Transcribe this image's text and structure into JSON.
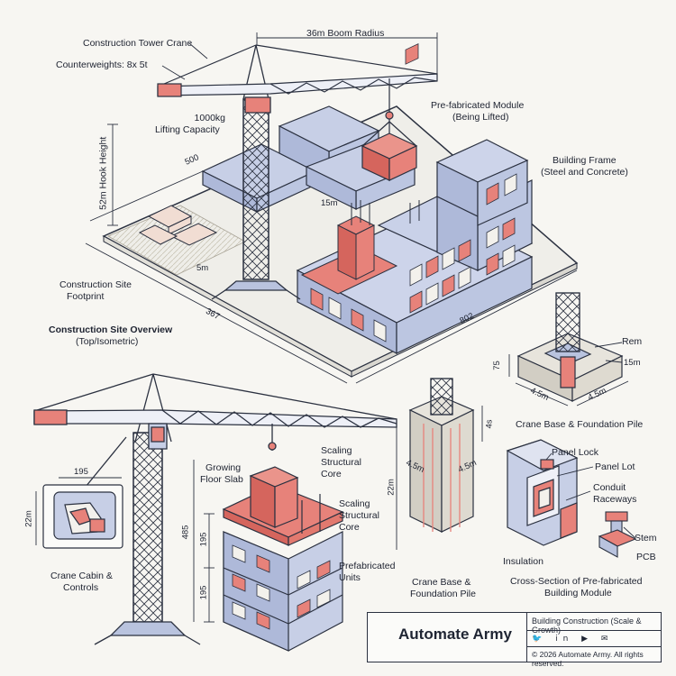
{
  "labels": {
    "tower_crane": "Construction Tower Crane",
    "counterweights": "Counterweights: 8x 5t",
    "boom_radius": "36m Boom Radius",
    "lifting_capacity_1": "1000kg",
    "lifting_capacity_2": "Lifting Capacity",
    "hook_height": "52m Hook Height",
    "prefab_module_1": "Pre-fabricated Module",
    "prefab_module_2": "(Being Lifted)",
    "building_frame_1": "Building Frame",
    "building_frame_2": "(Steel and Concrete)",
    "site_footprint_1": "Construction Site",
    "site_footprint_2": "Footprint",
    "overview_1": "Construction Site Overview",
    "overview_2": "(Top/Isometric)",
    "crane_base_right": "Crane Base & Foundation Pile",
    "crane_base_mid_1": "Crane Base &",
    "crane_base_mid_2": "Foundation Pile",
    "crane_cabin_1": "Crane Cabin &",
    "crane_cabin_2": "Controls",
    "growing_slab_1": "Growing",
    "growing_slab_2": "Floor Slab",
    "scaling_core_a_1": "Scaling",
    "scaling_core_a_2": "Structural",
    "scaling_core_a_3": "Core",
    "scaling_core_b_1": "Scaling",
    "scaling_core_b_2": "Structural",
    "scaling_core_b_3": "Core",
    "prefab_units_1": "Prefabricated",
    "prefab_units_2": "Units",
    "panel_lock": "Panel Lock",
    "panel_lot": "Panel Lot",
    "conduit_1": "Conduit",
    "conduit_2": "Raceways",
    "stem": "Stem",
    "pcb": "PCB",
    "insulation": "Insulation",
    "cross_section_1": "Cross-Section of Pre-fabricated",
    "cross_section_2": "Building Module",
    "rem": "Rem"
  },
  "dims": {
    "d500": "500",
    "d15m_a": "15m",
    "d5m": "5m",
    "d367": "367",
    "d802": "802",
    "d75": "75",
    "d15m_b": "15m",
    "d45m_a": "4.5m",
    "d45m_b": "4.5m",
    "d45m_c": "4.5m",
    "d45m_d": "4.5m",
    "d4s": "4s",
    "d22m_pile": "22m",
    "d195_cabin": "195",
    "d22m_cabin": "22m",
    "d485": "485",
    "d195_a": "195",
    "d195_b": "195"
  },
  "titleblock": {
    "brand": "Automate Army",
    "subtitle": "Building Construction (Scale & Growth)",
    "copyright": "© 2026 Automate Army. All rights reserved.",
    "social": "🐦 in ▶ ✉"
  },
  "colors": {
    "line": "#2b3140",
    "steel_blue": "#b9c3de",
    "steel_blue_dark": "#8e9bc2",
    "accent_red": "#e7827a",
    "concrete": "#d8d6cf"
  }
}
